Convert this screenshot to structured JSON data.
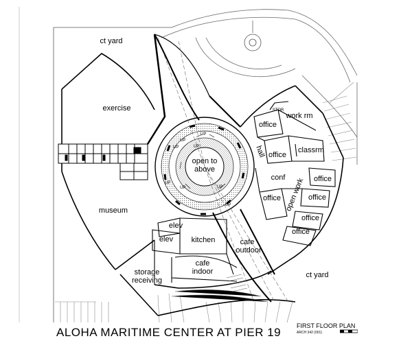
{
  "drawing": {
    "title": "ALOHA MARITIME CENTER AT PIER 19",
    "sheet_title": "FIRST FLOOR PLAN",
    "sheet_subtitle": "ARCH 342 (001)"
  },
  "rooms": {
    "ct_yard_top": "ct yard",
    "exercise": "exercise",
    "museum": "museum",
    "open_to_above_1": "open to",
    "open_to_above_2": "above",
    "work_rm": "work rm",
    "stor": "STOR",
    "office_1": "office",
    "office_2": "office",
    "classrm": "classrm",
    "hall": "hall",
    "conf": "conf",
    "open_work": "open work",
    "office_3": "office",
    "office_4": "office",
    "office_5": "office",
    "office_6": "office",
    "office_7": "office",
    "elev_1": "elev",
    "elev_2": "elev",
    "kitchen": "kitchen",
    "cafe_outdoor_1": "cafe",
    "cafe_outdoor_2": "outdoor",
    "cafe_indoor_1": "cafe",
    "cafe_indoor_2": "indoor",
    "storage_receiving_1": "storage",
    "storage_receiving_2": "receiving",
    "ct_yard_bottom": "ct yard"
  },
  "stair_marks": [
    "UP",
    "UP",
    "UP",
    "UP",
    "UP",
    "UP",
    "UP",
    "UP"
  ],
  "colors": {
    "line": "#000000",
    "thin": "#555555",
    "hatch": "#888888",
    "background": "#ffffff"
  }
}
